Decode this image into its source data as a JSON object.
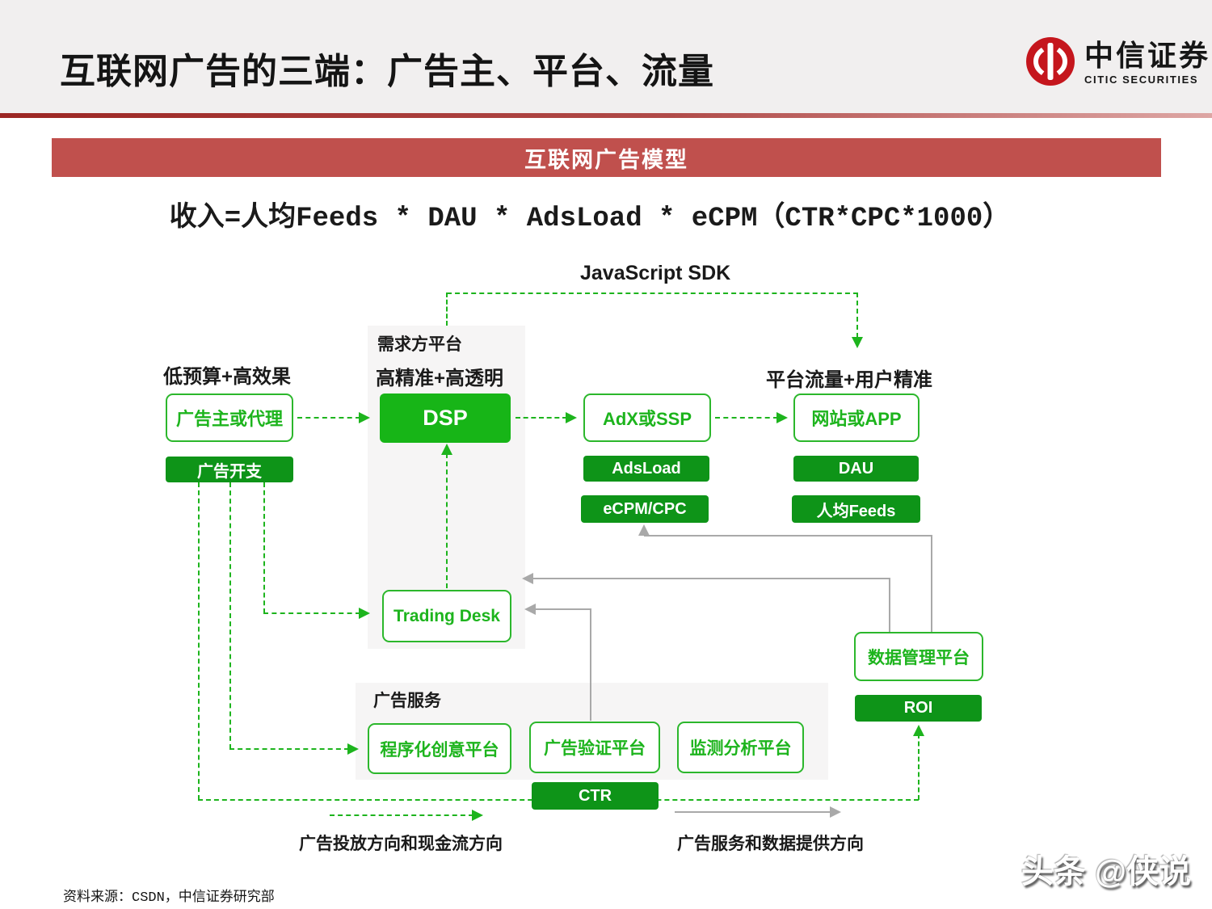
{
  "header": {
    "title": "互联网广告的三端：广告主、平台、流量",
    "logo": {
      "cn": "中信证券",
      "en": "CITIC SECURITIES"
    }
  },
  "banner": {
    "title": "互联网广告模型"
  },
  "formula": "收入=人均Feeds * DAU * AdsLoad * eCPM（CTR*CPC*1000）",
  "diagram": {
    "labels": {
      "js_sdk": "JavaScript SDK",
      "low_budget": "低预算+高效果",
      "dsp_panel": "需求方平台",
      "high_precision": "高精准+高透明",
      "platform_traffic": "平台流量+用户精准",
      "ad_services": "广告服务"
    },
    "nodes": {
      "advertiser": "广告主或代理",
      "ad_spend": "广告开支",
      "dsp": "DSP",
      "adx": "AdX或SSP",
      "website": "网站或APP",
      "adsload": "AdsLoad",
      "ecpm": "eCPM/CPC",
      "dau": "DAU",
      "feeds": "人均Feeds",
      "trading_desk": "Trading Desk",
      "dmp": "数据管理平台",
      "roi": "ROI",
      "creative": "程序化创意平台",
      "verification": "广告验证平台",
      "monitoring": "监测分析平台",
      "ctr": "CTR"
    },
    "legend": {
      "green": "广告投放方向和现金流方向",
      "gray": "广告服务和数据提供方向"
    },
    "colors": {
      "bright_green": "#17b517",
      "dark_green": "#0e9418",
      "border_green": "#2cb72c",
      "line_green": "#1db41d",
      "line_gray": "#a9a9a9",
      "banner_red": "#c0504d",
      "logo_red": "#c5161d",
      "panel_gray": "#f6f5f5"
    }
  },
  "footer": {
    "source": "资料来源：CSDN，中信证券研究部",
    "watermark": "头条 @侠说"
  }
}
